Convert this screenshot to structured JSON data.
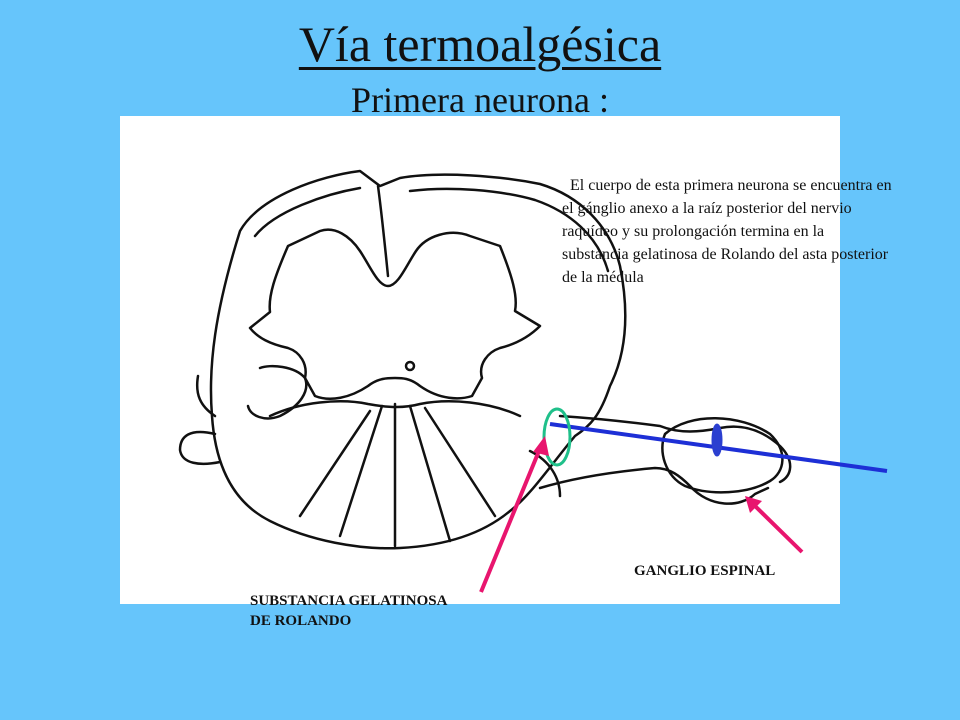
{
  "title": "Vía termoalgésica",
  "subtitle": "Primera neurona :",
  "description": "El cuerpo de esta primera neurona se encuentra en el gánglio anexo a la raíz posterior del nervio raquídeo y su prolongación termina en la substancia gelatinosa de Rolando del asta posterior de la médula",
  "labels": {
    "ganglio": "GANGLIO ESPINAL",
    "substancia_line1": "SUBSTANCIA GELATINOSA",
    "substancia_line2": "DE ROLANDO"
  },
  "colors": {
    "background": "#66c5fb",
    "neuron_line": "#1d2fd6",
    "neuron_body": "#2b3fd0",
    "arrow": "#e8156e",
    "highlight_ellipse": "#1fc08a"
  }
}
